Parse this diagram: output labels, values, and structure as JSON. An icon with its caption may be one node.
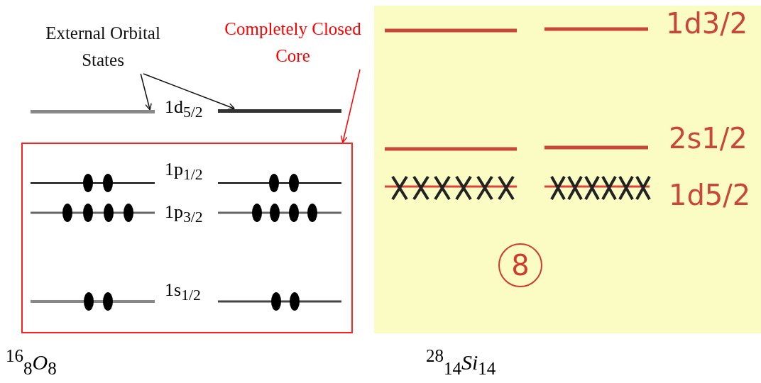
{
  "diagram": {
    "nodes": [
      {
        "text": [
          "External Orbital States"
        ]
      },
      {
        "text": [],
        "shape": "bar"
      },
      {
        "text": [],
        "shape": "bar"
      },
      {
        "text": [
          "Completely Closed Core"
        ]
      },
      {
        "text": [],
        "shape": "box"
      }
    ],
    "edges": [
      {
        "from": 0,
        "to": 1,
        "arrow": "to"
      },
      {
        "from": 0,
        "to": 2,
        "arrow": "to"
      },
      {
        "from": 3,
        "to": 4,
        "arrow": "to",
        "color": "#ff0000"
      }
    ],
    "labels": [
      "1d$_{5/2}$",
      "1p$_{1/2}$",
      "1p$_{3/2}$",
      "1s$_{1/2}$",
      "$^{16}$$_{8}$*O*$_{8}$",
      "1d3/2",
      "2s1/2",
      "1d5/2",
      "8",
      "$^{28}$$_{14}$*Si*$_{14}$"
    ]
  }
}
